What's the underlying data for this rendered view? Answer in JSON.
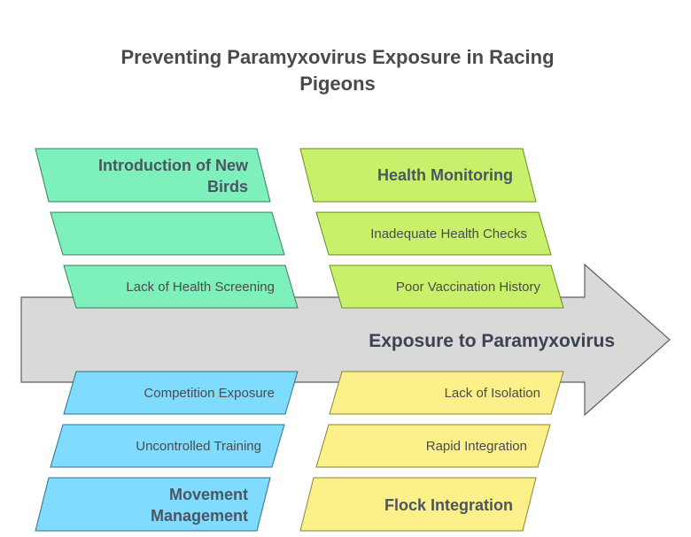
{
  "title": {
    "line1": "Preventing Paramyxovirus Exposure in Racing",
    "line2": "Pigeons"
  },
  "effect": "Exposure to Paramyxovirus",
  "colors": {
    "arrow_fill": "#d9d9d9",
    "arrow_stroke": "#5f5f5f",
    "green": "#7ef0bb",
    "green_stroke": "#3a7d5c",
    "lime": "#c9f06a",
    "lime_stroke": "#6b8a1f",
    "blue": "#7fdcff",
    "blue_stroke": "#2d6f8c",
    "yellow": "#fbf08a",
    "yellow_stroke": "#8c8430"
  },
  "categories": {
    "introduction": {
      "head_line1": "Introduction of New",
      "head_line2": "Birds",
      "causes": [
        "",
        "Lack of Health Screening"
      ]
    },
    "health_monitoring": {
      "head": "Health Monitoring",
      "causes": [
        "Inadequate Health Checks",
        "Poor Vaccination History"
      ]
    },
    "movement": {
      "head_line1": "Movement",
      "head_line2": "Management",
      "causes": [
        "Competition Exposure",
        "Uncontrolled Training"
      ]
    },
    "flock": {
      "head": "Flock Integration",
      "causes": [
        "Lack of Isolation",
        "Rapid Integration"
      ]
    }
  }
}
